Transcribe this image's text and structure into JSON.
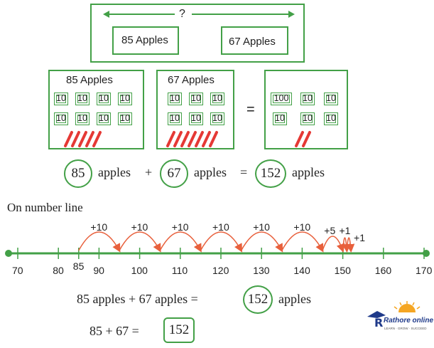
{
  "top_box": {
    "unknown": "?",
    "left_label": "85 Apples",
    "right_label": "67 Apples"
  },
  "groups": {
    "first": {
      "title": "85 Apples",
      "cells": [
        "10",
        "10",
        "10",
        "10",
        "10",
        "10",
        "10",
        "10"
      ]
    },
    "second": {
      "title": "67 Apples",
      "cells": [
        "10",
        "10",
        "10",
        "10",
        "10",
        "10"
      ]
    },
    "equals": "=",
    "result": {
      "cells": [
        "100",
        "10",
        "10",
        "10",
        "10",
        "10"
      ]
    }
  },
  "equation_one": {
    "a": "85",
    "b": "67",
    "result": "152",
    "word": "apples",
    "plus": "+",
    "eq": "="
  },
  "number_line": {
    "heading": "On number line",
    "ticks": [
      "70",
      "80",
      "85",
      "90",
      "100",
      "110",
      "120",
      "130",
      "140",
      "150",
      "160",
      "170"
    ],
    "jumps": [
      "+10",
      "+10",
      "+10",
      "+10",
      "+10",
      "+10",
      "+5",
      "+1",
      "+1"
    ]
  },
  "equation_two": {
    "lhs": "85 apples + 67 apples =",
    "result": "152",
    "word": "apples"
  },
  "equation_three": {
    "lhs": "85 + 67 =",
    "result": "152"
  },
  "logo": {
    "name": "Rathore online",
    "tagline": "LEARN · GROW · SUCCEED"
  },
  "colors": {
    "green": "#43a047",
    "red": "#e53935",
    "arrow": "#e8603c"
  }
}
